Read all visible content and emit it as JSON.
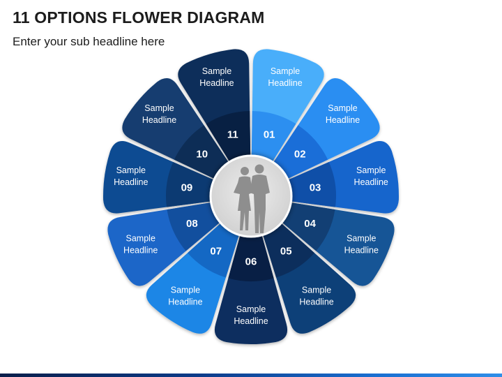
{
  "title": "11 OPTIONS FLOWER DIAGRAM",
  "subtitle": "Enter your sub headline here",
  "center_icon": "business-people-icon",
  "options": [
    {
      "number": "01",
      "line1": "Sample",
      "line2": "Headline",
      "petal_color": "#48aefa",
      "ring_color": "#2c8ff0"
    },
    {
      "number": "02",
      "line1": "Sample",
      "line2": "Headline",
      "petal_color": "#2a8ef2",
      "ring_color": "#1a6ed8"
    },
    {
      "number": "03",
      "line1": "Sample",
      "line2": "Headline",
      "petal_color": "#1565cc",
      "ring_color": "#0f4fa8"
    },
    {
      "number": "04",
      "line1": "Sample",
      "line2": "Headline",
      "petal_color": "#175496",
      "ring_color": "#123f74"
    },
    {
      "number": "05",
      "line1": "Sample",
      "line2": "Headline",
      "petal_color": "#113f78",
      "ring_color": "#0c2e5c"
    },
    {
      "number": "06",
      "line1": "Sample",
      "line2": "Headline",
      "petal_color": "#0b2d5e",
      "ring_color": "#081f45"
    },
    {
      "number": "07",
      "line1": "Sample",
      "line2": "Headline",
      "petal_color": "#1c86e6",
      "ring_color": "#1468c4"
    },
    {
      "number": "08",
      "line1": "Sample",
      "line2": "Headline",
      "petal_color": "#1a66c8",
      "ring_color": "#124f9e"
    },
    {
      "number": "09",
      "line1": "Sample",
      "line2": "Headline",
      "petal_color": "#104c92",
      "ring_color": "#0c3a72"
    },
    {
      "number": "10",
      "line1": "Sample",
      "line2": "Headline",
      "petal_color": "#123c70",
      "ring_color": "#0d2d56"
    },
    {
      "number": "11",
      "line1": "Sample",
      "line2": "Headline",
      "petal_color": "#0c2e5a",
      "ring_color": "#082043"
    }
  ]
}
